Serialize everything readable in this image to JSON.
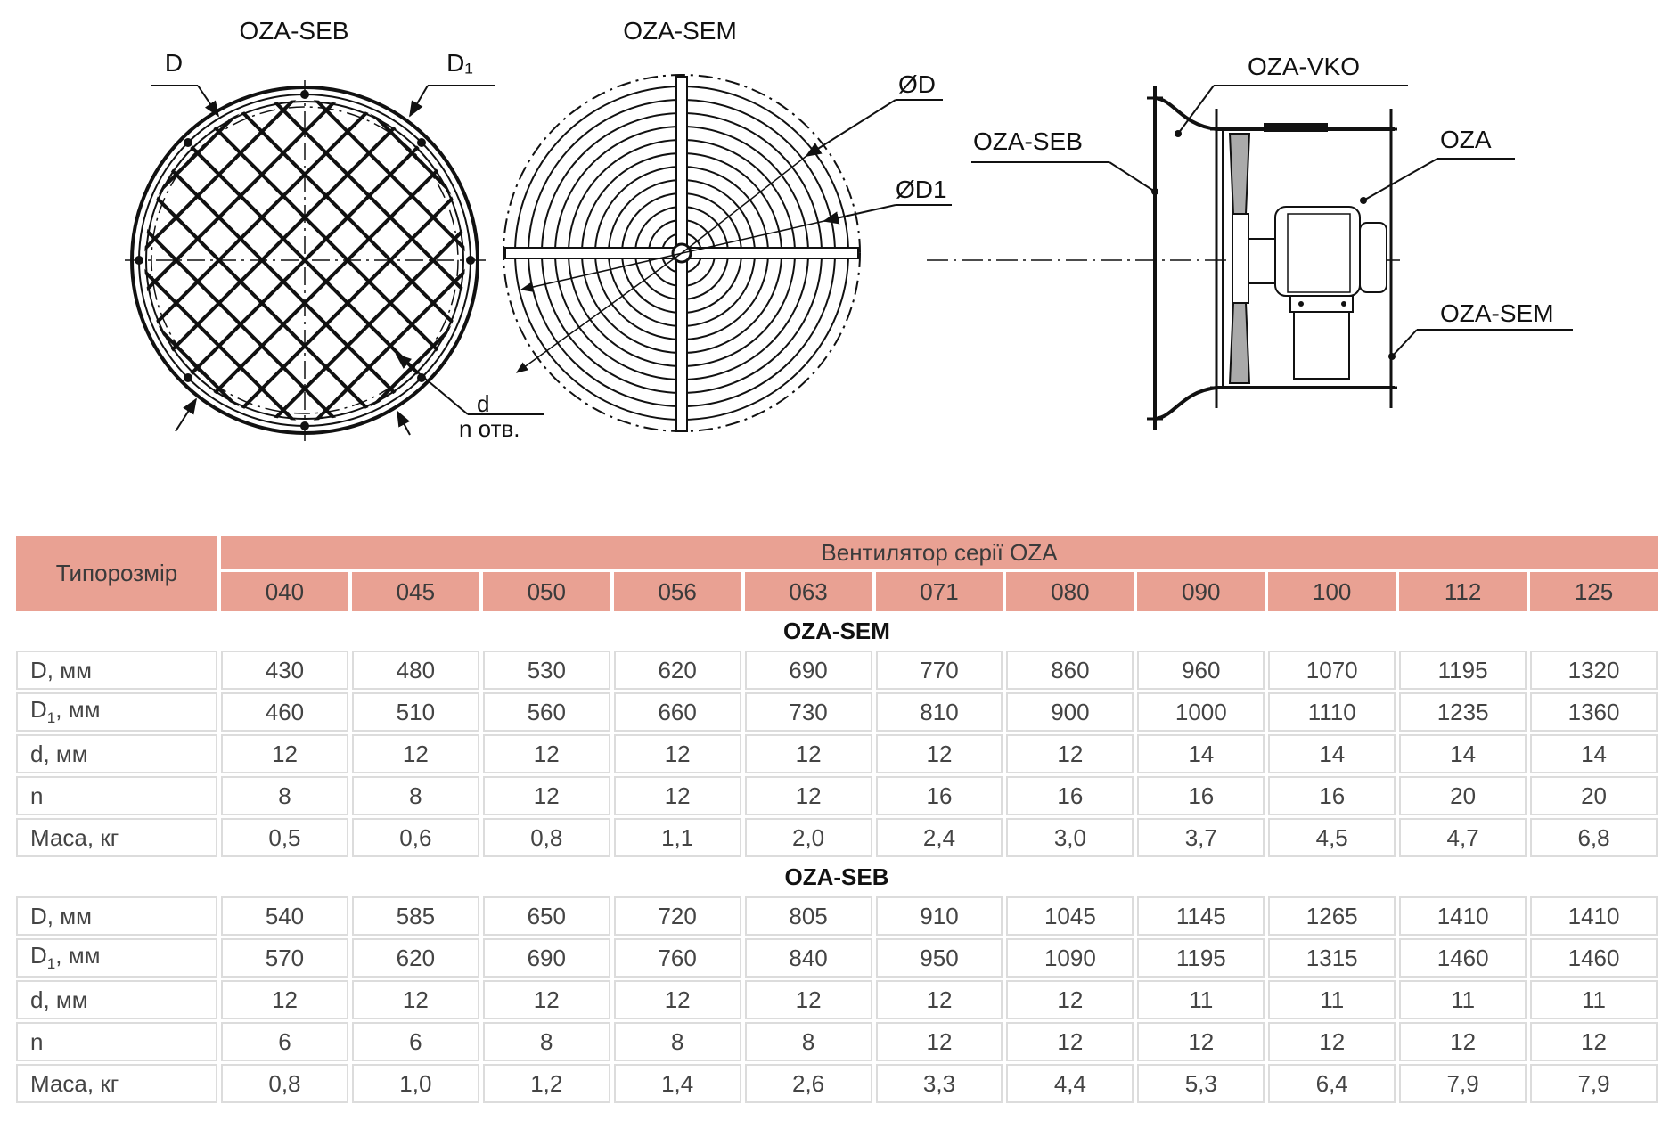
{
  "drawings": {
    "seb_title": "OZA-SEB",
    "sem_title": "OZA-SEM",
    "seb_label_d": "D",
    "seb_label_d1": "D₁",
    "seb_label_hole_d": "d",
    "seb_label_hole_n": "n отв.",
    "sem_label_od": "ØD",
    "sem_label_od1": "ØD1",
    "side_label_vko": "OZA-VKO",
    "side_label_seb": "OZA-SEB",
    "side_label_oza": "OZA",
    "side_label_sem": "OZA-SEM"
  },
  "table": {
    "size_header": "Типорозмір",
    "series_header": "Вентилятор серії OZA",
    "sizes": [
      "040",
      "045",
      "050",
      "056",
      "063",
      "071",
      "080",
      "090",
      "100",
      "112",
      "125"
    ],
    "sections": [
      {
        "title": "OZA-SEM",
        "rows": [
          {
            "label": "D, мм",
            "values": [
              "430",
              "480",
              "530",
              "620",
              "690",
              "770",
              "860",
              "960",
              "1070",
              "1195",
              "1320"
            ]
          },
          {
            "label_main": "D",
            "label_sub": "1",
            "label_rest": ", мм",
            "values": [
              "460",
              "510",
              "560",
              "660",
              "730",
              "810",
              "900",
              "1000",
              "1110",
              "1235",
              "1360"
            ]
          },
          {
            "label": "d, мм",
            "values": [
              "12",
              "12",
              "12",
              "12",
              "12",
              "12",
              "12",
              "14",
              "14",
              "14",
              "14"
            ]
          },
          {
            "label": "n",
            "values": [
              "8",
              "8",
              "12",
              "12",
              "12",
              "16",
              "16",
              "16",
              "16",
              "20",
              "20"
            ]
          },
          {
            "label": "Маса, кг",
            "values": [
              "0,5",
              "0,6",
              "0,8",
              "1,1",
              "2,0",
              "2,4",
              "3,0",
              "3,7",
              "4,5",
              "4,7",
              "6,8"
            ]
          }
        ]
      },
      {
        "title": "OZA-SEB",
        "rows": [
          {
            "label": "D, мм",
            "values": [
              "540",
              "585",
              "650",
              "720",
              "805",
              "910",
              "1045",
              "1145",
              "1265",
              "1410",
              "1410"
            ]
          },
          {
            "label_main": "D",
            "label_sub": "1",
            "label_rest": ", мм",
            "values": [
              "570",
              "620",
              "690",
              "760",
              "840",
              "950",
              "1090",
              "1195",
              "1315",
              "1460",
              "1460"
            ]
          },
          {
            "label": "d, мм",
            "values": [
              "12",
              "12",
              "12",
              "12",
              "12",
              "12",
              "12",
              "11",
              "11",
              "11",
              "11"
            ]
          },
          {
            "label": "n",
            "values": [
              "6",
              "6",
              "8",
              "8",
              "8",
              "12",
              "12",
              "12",
              "12",
              "12",
              "12"
            ]
          },
          {
            "label": "Маса, кг",
            "values": [
              "0,8",
              "1,0",
              "1,2",
              "1,4",
              "2,6",
              "3,3",
              "4,4",
              "5,3",
              "6,4",
              "7,9",
              "7,9"
            ]
          }
        ]
      }
    ]
  }
}
